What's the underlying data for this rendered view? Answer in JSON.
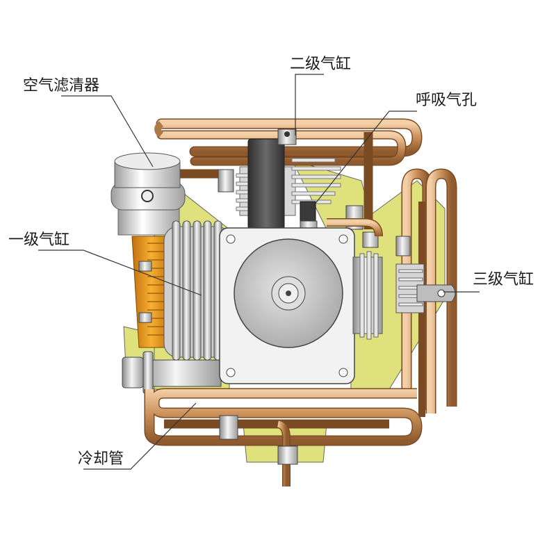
{
  "labels": {
    "air_filter": "空气滤清器",
    "stage2_cylinder": "二级气缸",
    "breather_hole": "呼吸气孔",
    "stage1_cylinder": "一级气缸",
    "stage3_cylinder": "三级气缸",
    "cooling_pipe": "冷却管"
  },
  "colors": {
    "copper": "#c98f58",
    "copper_highlight": "#f0c8a0",
    "frame_yellow": "#dde07a",
    "orange_part": "#f0a020",
    "plate": "#f2f2f2",
    "dark_cylinder": "#4a4a4a",
    "leader_line": "#333333"
  },
  "icons": [
    "air-filter-icon",
    "cylinder-fins-icon",
    "copper-coil-icon"
  ]
}
